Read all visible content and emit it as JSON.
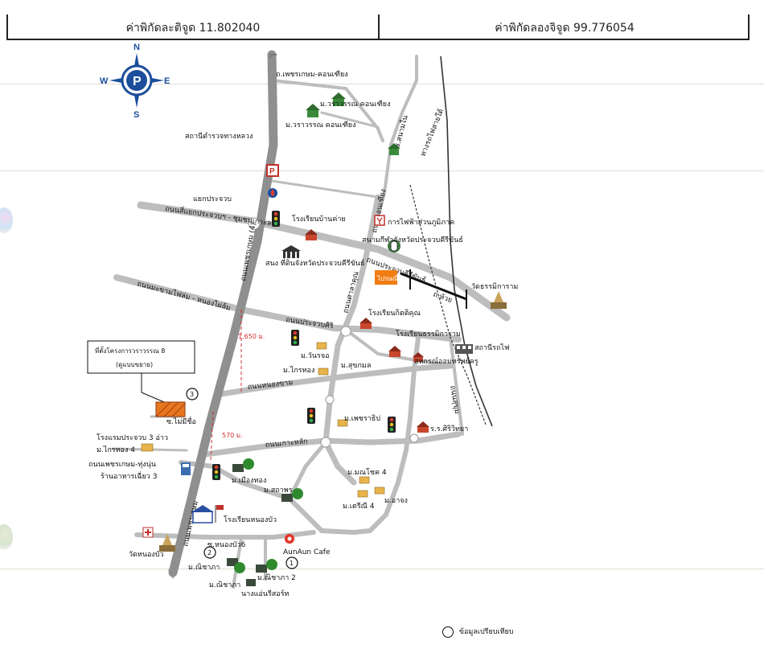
{
  "header": {
    "latitude_label": "ค่าพิกัดละติจูด 11.802040",
    "longitude_label": "ค่าพิกัดลองจิจูด 99.776054"
  },
  "compass": {
    "n": "N",
    "s": "S",
    "e": "E",
    "w": "W",
    "logo_letter": "P"
  },
  "roads": {
    "phetkasem_khonthiang": "ถ.เพชรเกษม-คอนเฑียง",
    "sierng_prachuap": "ถนนสี่แยกประจวบฯ - ชุมชนเกาะลอย",
    "phetkasem_4": "ถนนเพชรเกษม (4)",
    "khon_kra_ju": "ถนนคอนเฑียง",
    "prachuap_khiri_khan_rd": "ถนนประจวบคีรีขันธ์",
    "ma_kham_chai": "ถนนมะขามไฟล่ม - หนองไผ่ล้ม",
    "prachuap_siri": "ถนนประจวบศิริ",
    "nong_kham": "ถนนหนองขาม",
    "ko_lak": "ถนนเกาะหลัก",
    "sala_rd": "ถนนศาลาคุณ",
    "sukhum": "ถนนสุขุม",
    "lower_phetkasem": "ถนนเพชรเกษม",
    "rail_a": "ทางรถไฟสายใต้",
    "rail_b": "ซ.สนามใน",
    "sa_rd": "ถ.ห้วย"
  },
  "places": {
    "wararom_khonthiang_1": "ม.วราวรรณ คอนเฑียง",
    "wararom_khonthiang_2": "ม.วราวรรณ คอนเฑียง",
    "police_station": "สถานีตำรวจทางหลวง",
    "intersection": "แยกประจวบ",
    "school_bankhai": "โรงเรียนบ้านค่าย",
    "pea": "การไฟฟ้าส่วนภูมิภาค",
    "stadium": "สนามกีฬาจังหวัดประจวบคีรีขันธ์",
    "land_office": "สนง ที่ดินจังหวัดประจวบคีรีขันธ์",
    "wat_thammikaram": "วัดธรรมิการาม",
    "school_kittikhun": "โรงเรียนกิตติคุณ",
    "school_thammikaram": "โรงเรียนธรรมิการาม",
    "train_station": "สถานีรถไฟ",
    "sahakorn": "สหกรณ์ออมทรัพย์ครู",
    "m_wanroj": "ม.วันรจอ",
    "m_sukkamol": "ม.สุขกมล",
    "m_kraithong": "ม.ไกรทอง",
    "project_box_line1": "ที่ตั้งโครงการวราวรรณ 8",
    "project_box_line2": "(ดูแบบขยาย)",
    "soi_mai_mitr": "ซ.ไม่มีชื่อ",
    "hotel_prachuap": "โรงแรมประจวบ 3 อ่าว",
    "m_kraithong_4": "ม.ไกรทอง 4",
    "phetkasem_thungnun": "ถนนเพชรเกษม-ทุ่งนุ่น",
    "restaurant": "ร้านอาหารเฉี่ยว 3",
    "m_phetcharat": "ม.เพชราธิป",
    "school_sirivittaya": "ร.ร.ศิริวิทยา",
    "m_mueang_thong": "ม.เมืองทอง",
    "m_sathaporn": "ม.สถาพร",
    "m_manchoke_4": "ม.มณโชค 4",
    "m_atcharee_4": "ม.เตรีณี 4",
    "m_achang": "ม.อาจง",
    "school_nongbua": "โรงเรียนหนองบัว",
    "wat_nongbua": "วัดหนองบัว",
    "soi_nongbua": "ซ.หนองบัว6",
    "m_nichapha": "ม.ณิชาภา",
    "m_nichapha_2": "ม.ณิชาภา 2",
    "m_nichapha_3": "ม.ณิชาภา",
    "aun_cafe": "AunAun Cafe",
    "resort": "นางแอ่นรีสอร์ท",
    "dist_1650": "1,650 ม.",
    "dist_570": "570 ม.",
    "marker_1": "1",
    "marker_2": "2",
    "marker_3": "3",
    "post_office": "ไปรษณีย์"
  },
  "legend": {
    "label": "ข้อมูลเปรียบเทียบ"
  },
  "colors": {
    "road": "#bdbdbd",
    "road_edge": "#9a9a9a",
    "main_road": "#8f8f8f",
    "project": "#e8751f",
    "post": "#f07c12",
    "distance": "#d23030",
    "brand_blue": "#1b4e9b"
  }
}
